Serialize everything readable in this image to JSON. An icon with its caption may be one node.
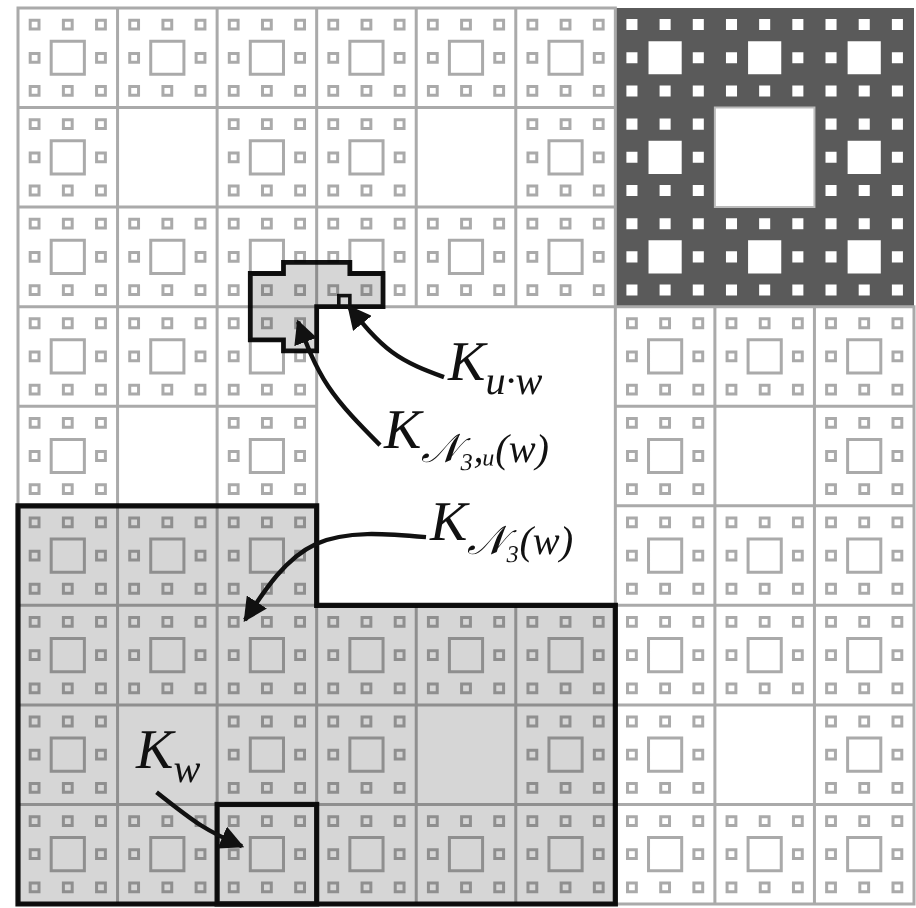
{
  "diagram": {
    "nodes": [
      {
        "text": [
          "K$_{u·w}$"
        ]
      },
      {
        "text": [
          "K$_{𝒩₃,ᵤ(w)}$"
        ]
      },
      {
        "text": [
          "K$_{𝒩₃(w)}$"
        ]
      },
      {
        "text": [
          "K$_{w}$"
        ],
        "in": 6
      },
      {
        "text": [],
        "shape": "box",
        "in": 5
      },
      {
        "text": [],
        "shape": "polygon"
      },
      {
        "text": [],
        "shape": "polygon"
      },
      {
        "text": [],
        "shape": "box",
        "in": 6
      }
    ],
    "edges": [
      {
        "from": 0,
        "to": 4,
        "arrow": "to"
      },
      {
        "from": 1,
        "to": 5,
        "arrow": "to"
      },
      {
        "from": 2,
        "to": 6,
        "arrow": "to"
      },
      {
        "from": 3,
        "to": 7,
        "arrow": "to"
      }
    ]
  }
}
